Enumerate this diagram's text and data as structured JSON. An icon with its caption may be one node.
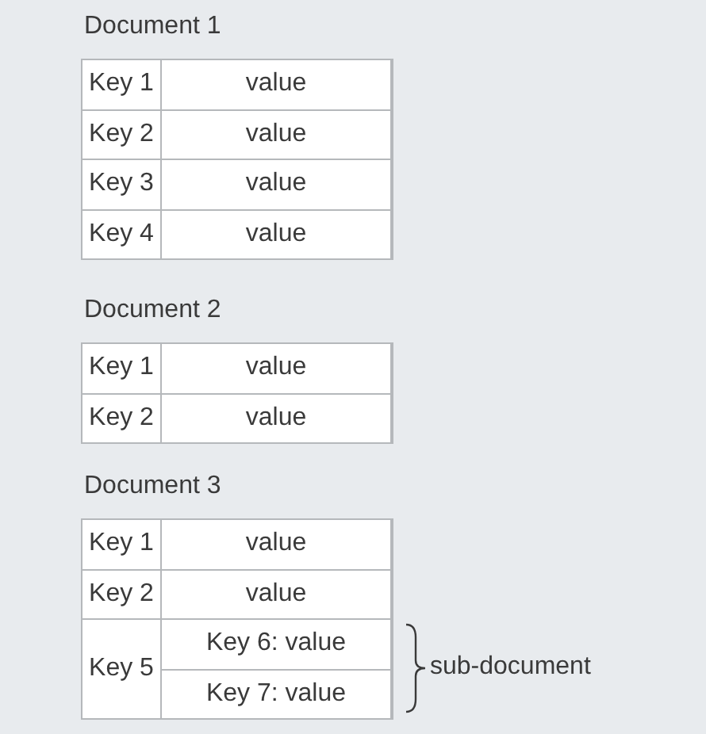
{
  "diagram": {
    "nodes": [
      {
        "text": [
          "Document 1",
          "Key 1",
          "value",
          "Key 2",
          "value",
          "Key 3",
          "value",
          "Key 4",
          "value"
        ]
      },
      {
        "text": [
          "Document 2",
          "Key 1",
          "value",
          "Key 2",
          "value"
        ]
      },
      {
        "text": [
          "Document 3",
          "Key 1",
          "value",
          "Key 2",
          "value",
          "Key 5",
          "Key 6: value",
          "Key 7: value"
        ]
      }
    ],
    "edges": [],
    "labels": [
      "sub-document"
    ]
  }
}
